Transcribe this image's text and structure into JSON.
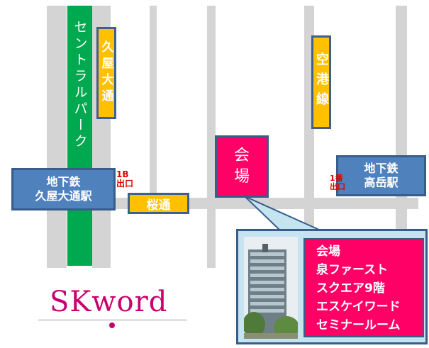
{
  "streets": {
    "central_park": "セントラルパーク",
    "hisaya_odori": "久屋大通",
    "kuko_sen": "空港線",
    "sakura_dori": "桜通"
  },
  "stations": {
    "hisaya": {
      "line1": "地下鉄",
      "line2": "久屋大通駅"
    },
    "takaoka": {
      "line1": "地下鉄",
      "line2": "高岳駅"
    }
  },
  "exits": {
    "exit_1b": {
      "line1": "1B",
      "line2": "出口"
    },
    "exit_1": {
      "line1": "1番",
      "line2": "出口"
    }
  },
  "venue": {
    "line1": "会",
    "line2": "場"
  },
  "venue_info": {
    "title": "会場",
    "line1": "泉ファースト",
    "line2": "スクエア9階",
    "line3": "エスケイワード",
    "line4": "セミナールーム"
  },
  "logo": {
    "text": "SKword"
  },
  "colors": {
    "road": "#d4d4d4",
    "park": "#00a84f",
    "station": "#4f81bd",
    "street_label": "#ffc000",
    "venue": "#ff0066",
    "exit_text": "#e00000",
    "logo": "#c8006e"
  }
}
